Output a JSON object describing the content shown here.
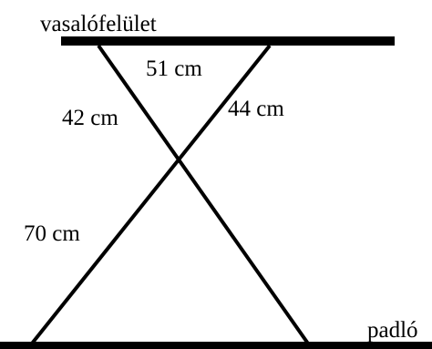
{
  "labels": {
    "top_surface": "vasalófelület",
    "floor": "padló",
    "top_width": "51 cm",
    "left_upper": "42 cm",
    "right_upper": "44 cm",
    "left_lower": "70 cm"
  },
  "colors": {
    "line": "#000000",
    "background": "#ffffff"
  }
}
